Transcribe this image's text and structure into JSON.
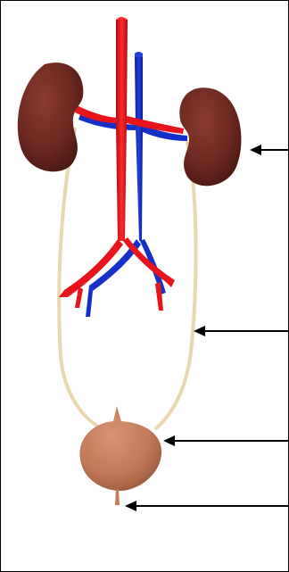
{
  "diagram": {
    "subject": "urinary system",
    "organs": [
      {
        "name": "kidney",
        "icon": "kidney-icon"
      },
      {
        "name": "ureter",
        "icon": "ureter-icon"
      },
      {
        "name": "urinary-bladder",
        "icon": "bladder-icon"
      },
      {
        "name": "urethra",
        "icon": "urethra-icon"
      }
    ],
    "vessels": [
      {
        "name": "aorta",
        "icon": "artery-icon"
      },
      {
        "name": "vena-cava",
        "icon": "vein-icon"
      }
    ],
    "pointer_arrows": [
      {
        "target": "kidney",
        "label": ""
      },
      {
        "target": "ureter",
        "label": ""
      },
      {
        "target": "urinary-bladder",
        "label": ""
      },
      {
        "target": "urethra",
        "label": ""
      }
    ],
    "colors": {
      "artery": "#e8141c",
      "vein": "#1530c8",
      "kidney": "#6e2a22",
      "ureter": "#e9d7b0",
      "bladder": "#c27a58",
      "arrow": "#000000",
      "background": "#ffffff",
      "border": "#000000"
    }
  }
}
